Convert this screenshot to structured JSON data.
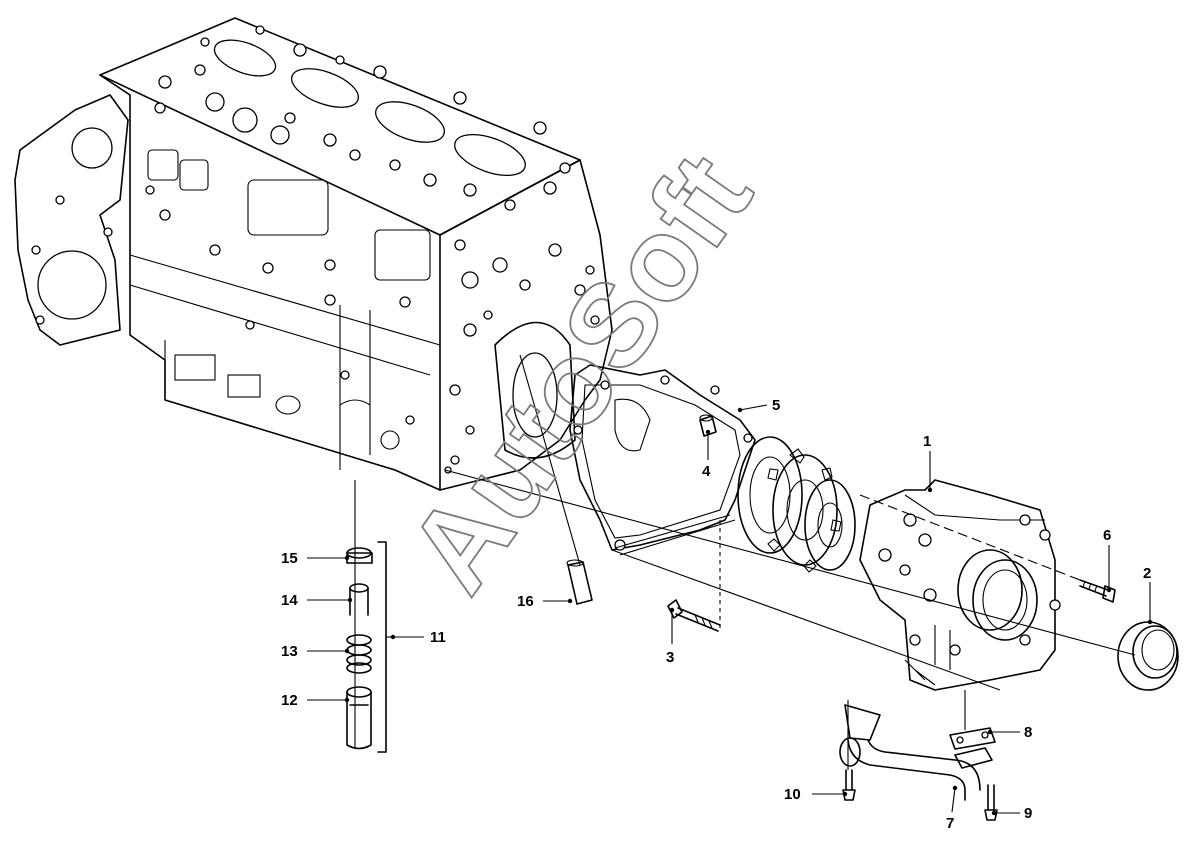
{
  "watermark": "AutoSoft",
  "callouts": [
    {
      "id": "1",
      "label": "1"
    },
    {
      "id": "2",
      "label": "2"
    },
    {
      "id": "3",
      "label": "3"
    },
    {
      "id": "4",
      "label": "4"
    },
    {
      "id": "5",
      "label": "5"
    },
    {
      "id": "6",
      "label": "6"
    },
    {
      "id": "7",
      "label": "7"
    },
    {
      "id": "8",
      "label": "8"
    },
    {
      "id": "9",
      "label": "9"
    },
    {
      "id": "10",
      "label": "10"
    },
    {
      "id": "11",
      "label": "11"
    },
    {
      "id": "12",
      "label": "12"
    },
    {
      "id": "13",
      "label": "13"
    },
    {
      "id": "14",
      "label": "14"
    },
    {
      "id": "15",
      "label": "15"
    },
    {
      "id": "16",
      "label": "16"
    }
  ]
}
